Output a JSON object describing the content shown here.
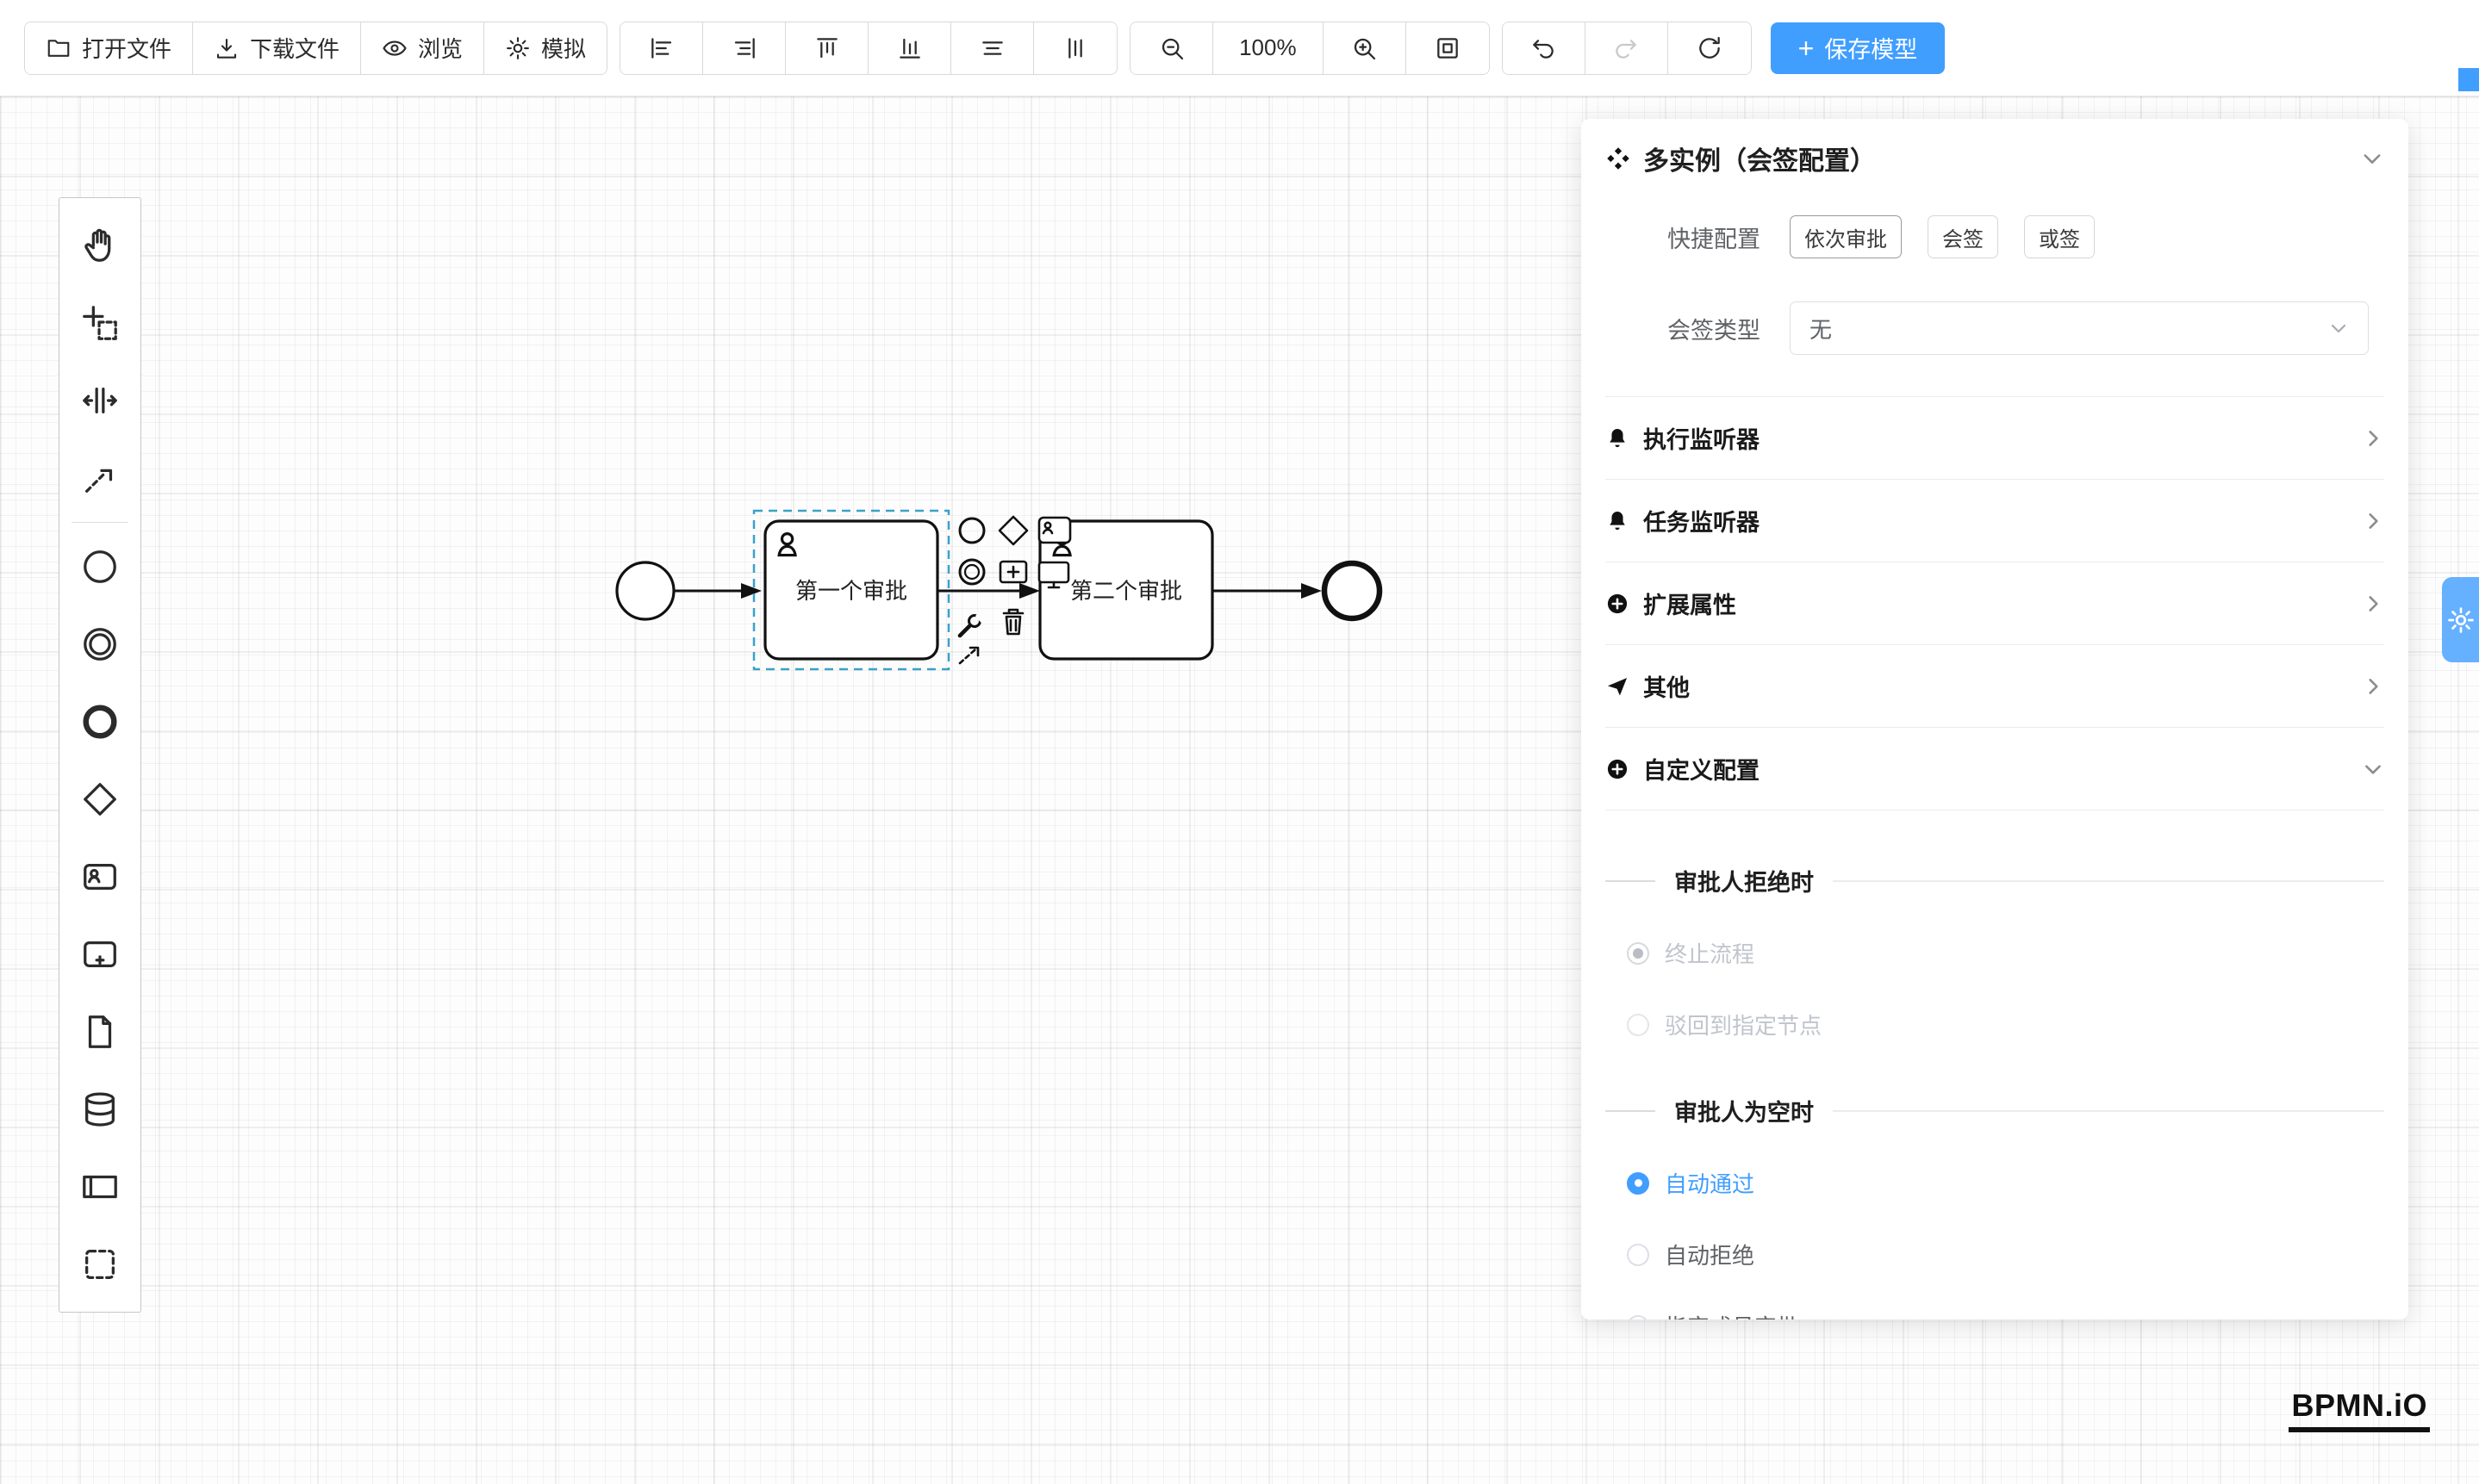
{
  "toolbar": {
    "open_file": "打开文件",
    "download_file": "下载文件",
    "preview": "浏览",
    "simulate": "模拟",
    "zoom_level": "100%",
    "save_plus": "+",
    "save_model": "保存模型"
  },
  "palette": {
    "items": [
      "hand-tool",
      "lasso-tool",
      "space-tool",
      "global-connect-tool",
      "start-event",
      "intermediate-event",
      "end-event",
      "gateway",
      "user-task",
      "subprocess",
      "file",
      "datastore",
      "pool",
      "group"
    ]
  },
  "canvas": {
    "task1_label": "第一个审批",
    "task2_label": "第二个审批"
  },
  "panel": {
    "title": "多实例（会签配置）",
    "quick_config_label": "快捷配置",
    "quick_options": [
      "依次审批",
      "会签",
      "或签"
    ],
    "sign_type_label": "会签类型",
    "sign_type_value": "无",
    "accordion": [
      {
        "label": "执行监听器",
        "icon": "bell-icon"
      },
      {
        "label": "任务监听器",
        "icon": "bell-icon"
      },
      {
        "label": "扩展属性",
        "icon": "plus-circle-icon"
      },
      {
        "label": "其他",
        "icon": "send-icon"
      },
      {
        "label": "自定义配置",
        "icon": "plus-circle-icon"
      }
    ],
    "reject_section": {
      "title": "审批人拒绝时",
      "option1": "终止流程",
      "option2": "驳回到指定节点"
    },
    "empty_section": {
      "title": "审批人为空时",
      "option1": "自动通过",
      "option2": "自动拒绝",
      "option3": "指定成员审批"
    }
  },
  "logo": "BPMN.iO",
  "colors": {
    "primary": "#409eff",
    "disabled_text": "#c0c4cc",
    "diagram_stroke": "#111111",
    "selection_dash": "#3aa1c9"
  }
}
